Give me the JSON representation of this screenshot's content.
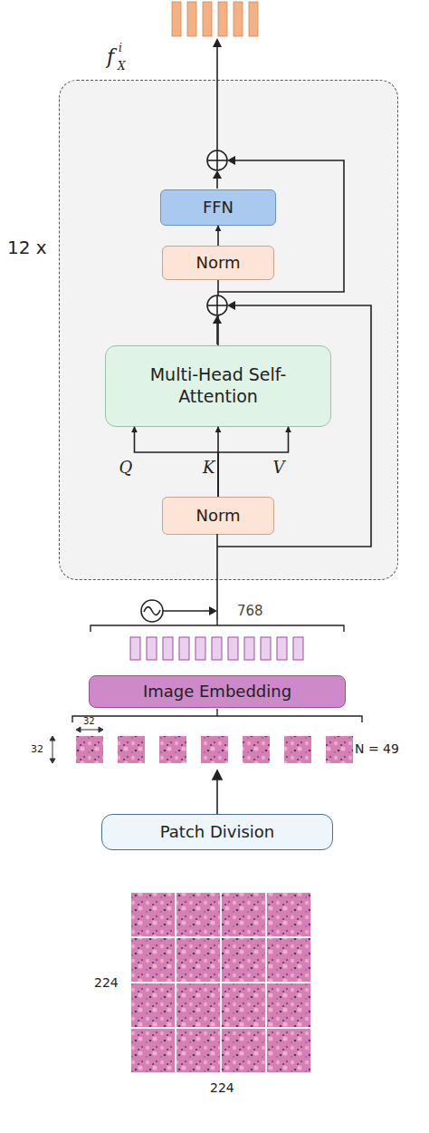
{
  "diagram": {
    "nodes": [
      {
        "text": [
          "12 x"
        ]
      },
      {
        "text": [
          "FFN"
        ],
        "in": 0
      },
      {
        "text": [
          "Norm"
        ],
        "in": 0
      },
      {
        "text": [
          "Multi-Head Self-Attention"
        ],
        "in": 0
      },
      {
        "text": [
          "Norm"
        ],
        "in": 0
      },
      {
        "text": [
          "Image Embedding"
        ]
      },
      {
        "text": [
          "Patch Division"
        ]
      }
    ],
    "edges": [
      {
        "from": 4,
        "to": 3,
        "label": "Q",
        "arrow": "to"
      },
      {
        "from": 4,
        "to": 3,
        "label": "K",
        "arrow": "to"
      },
      {
        "from": 4,
        "to": 3,
        "label": "V",
        "arrow": "to"
      },
      {
        "from": 3,
        "to": 2,
        "arrow": "none"
      },
      {
        "from": 2,
        "to": 1,
        "arrow": "to"
      }
    ],
    "labels": [
      "f",
      "X",
      "i",
      "768",
      "32",
      "32",
      "N = 49",
      "224",
      "224"
    ]
  }
}
